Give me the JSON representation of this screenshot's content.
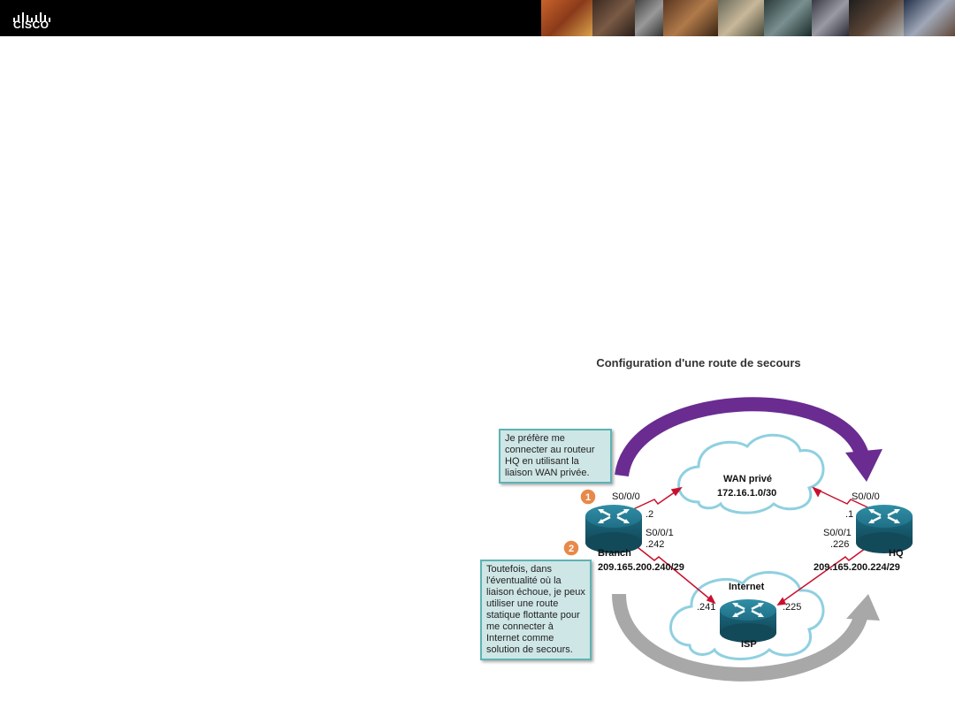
{
  "header": {
    "brand": "CISCO"
  },
  "diagram": {
    "title": "Configuration d'une route de secours",
    "callout_1": "Je préfère me connecter au routeur HQ en utilisant la liaison WAN privée.",
    "callout_2": "Toutefois, dans l'éventualité où la liaison échoue, je peux utiliser une route statique flottante pour me connecter à Internet comme solution de secours.",
    "step_1": "1",
    "step_2": "2",
    "wan_cloud": {
      "name": "WAN privé",
      "network": "172.16.1.0/30"
    },
    "internet_cloud": {
      "name": "Internet"
    },
    "branch": {
      "name": "Branch",
      "network": "209.165.200.240/29",
      "s000": "S0/0/0",
      "s000_ip": ".2",
      "s001": "S0/0/1",
      "s001_ip": ".242"
    },
    "hq": {
      "name": "HQ",
      "network": "209.165.200.224/29",
      "s000": "S0/0/0",
      "s000_ip": ".1",
      "s001": "S0/0/1",
      "s001_ip": ".226"
    },
    "isp": {
      "name": "ISP",
      "left_ip": ".241",
      "right_ip": ".225"
    },
    "colors": {
      "primary_path": "#6a2c91",
      "backup_path": "#a8a8a8",
      "serial_link": "#c8102e",
      "router": "#1f6f86",
      "callout_border": "#5fb3b3",
      "step_badge": "#e8894a"
    }
  }
}
